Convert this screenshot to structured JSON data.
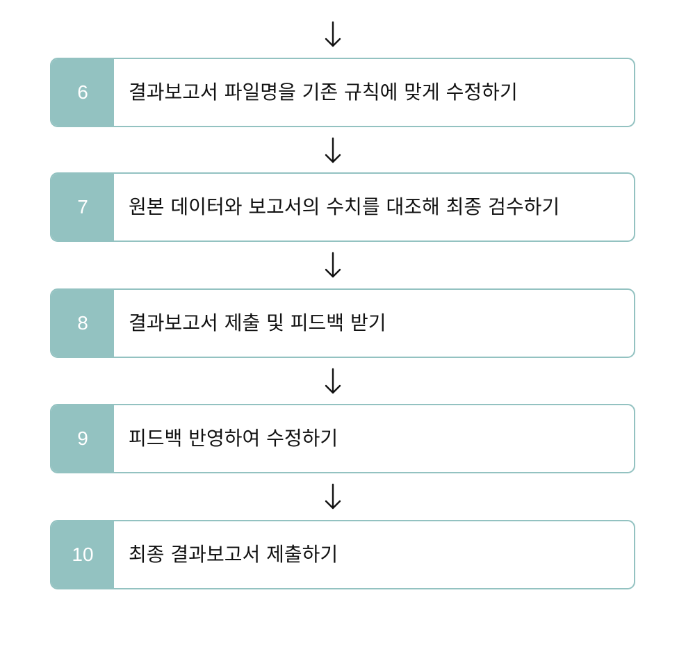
{
  "colors": {
    "accent": "#93c2c1",
    "text": "#111111",
    "number_text": "#ffffff",
    "background": "#ffffff"
  },
  "arrow_icon": "down-arrow-icon",
  "steps": [
    {
      "number": "6",
      "label": "결과보고서 파일명을 기존 규칙에 맞게 수정하기"
    },
    {
      "number": "7",
      "label": "원본 데이터와 보고서의 수치를 대조해 최종 검수하기"
    },
    {
      "number": "8",
      "label": "결과보고서 제출 및 피드백 받기"
    },
    {
      "number": "9",
      "label": "피드백 반영하여 수정하기"
    },
    {
      "number": "10",
      "label": "최종 결과보고서 제출하기"
    }
  ]
}
